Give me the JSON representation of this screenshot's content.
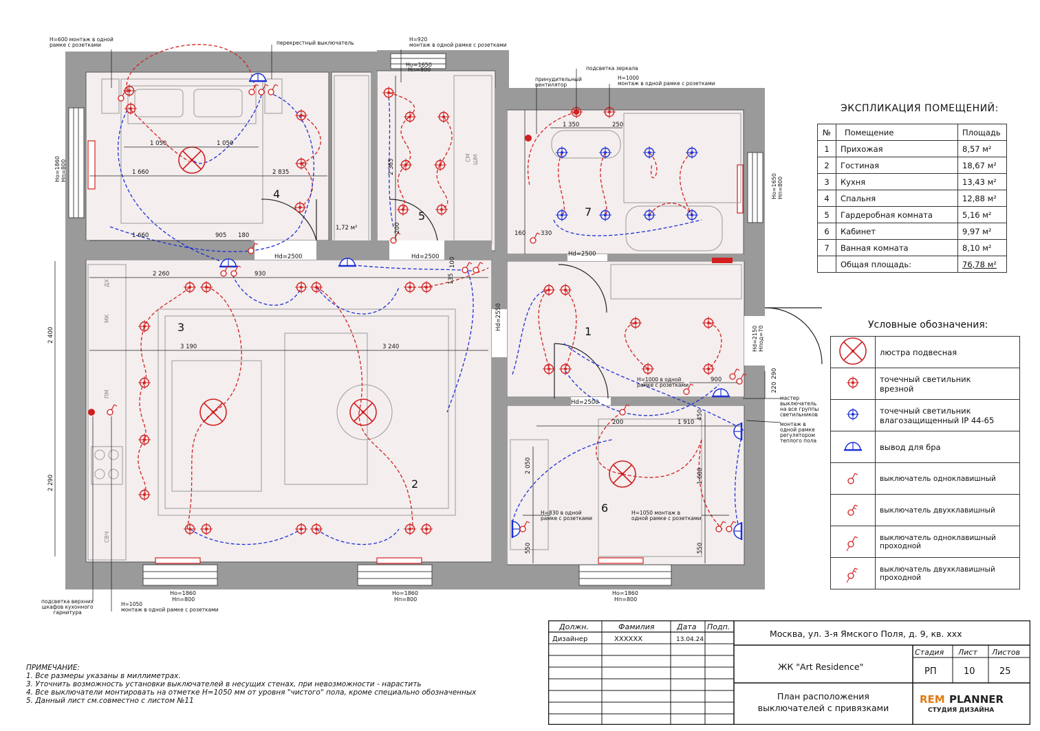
{
  "plan": {
    "rooms": [
      {
        "num": "1"
      },
      {
        "num": "2"
      },
      {
        "num": "3"
      },
      {
        "num": "4"
      },
      {
        "num": "5"
      },
      {
        "num": "6"
      },
      {
        "num": "7"
      }
    ],
    "dims": {
      "d1050a": "1 050",
      "d1050b": "1 050",
      "d1660a": "1 660",
      "d2835": "2 835",
      "d1660b": "1 660",
      "d905": "905",
      "d180": "180",
      "d2260": "2 260",
      "d930": "930",
      "d3190": "3 190",
      "d3240": "3 240",
      "d2400": "2 400",
      "d2290": "2 290",
      "d1350": "1 350",
      "d250": "250",
      "d330": "330",
      "d160": "160",
      "d2365": "2 365",
      "d200a": "200",
      "d1910": "1 910",
      "d200b": "200",
      "d450": "450",
      "d2050": "2 050",
      "d1600": "1 600",
      "d550a": "550",
      "d550b": "550",
      "d900": "900",
      "d290": "290",
      "d220": "220",
      "d135": "135",
      "d100": "100",
      "area5": "1,72 м²"
    },
    "heights": {
      "hd2500a": "Hd=2500",
      "hd2500b": "Hd=2500",
      "hd2500c": "Hd=2500",
      "hd2500d": "Hd=2500",
      "hd2550": "Hd=2550",
      "win_left": "Hо=1860\nHп=800",
      "win_b1": "Hо=1860\nHп=800",
      "win_b2": "Hо=1860\nHп=800",
      "win_b3": "Hо=1860\nHп=800",
      "win_right": "Hо=1650\nHп=800",
      "win_top5": "Hо=1650\nHп=800",
      "door_entry": "Hd=2150\nHпод=70"
    },
    "notes": {
      "n_h600": "H=600 монтаж в одной\nрамке с розетками",
      "n_cross": "перекрестный выключатель",
      "n_h920": "H=920\nмонтаж в одной рамке с розетками",
      "n_mirror": "подсветка зеркала",
      "n_fan": "принудительный\nвентилятор",
      "n_h1000a": "H=1000\nмонтаж в одной рамке с розетками",
      "n_h1000b": "H=1000 в одной\nрамке с розетками",
      "n_master": "мастер\nвыключатель\nна все группы\nсветильников",
      "n_floor": "монтаж в\nодной рамке\nрегулятором\nтеплого пола",
      "n_h830": "H=830 в одной\nрамке с розетками",
      "n_h1050b": "H=1050 монтаж в\nодной рамке с розетками",
      "n_kitchen": "подсветка верхних\nшкафов кухонного\nгарнитура",
      "n_h1050c": "H=1050\nмонтаж в одной рамке с розетками"
    },
    "appliances": {
      "sm": "СМ",
      "shm": "ШМ",
      "pm": "ПМ",
      "mk": "МК",
      "svch": "СВЧ",
      "dkh": "ДХ"
    }
  },
  "explication": {
    "title": "ЭКСПЛИКАЦИЯ ПОМЕЩЕНИЙ:",
    "headers": [
      "№",
      "Помещение",
      "Площадь"
    ],
    "rows": [
      {
        "n": "1",
        "name": "Прихожая",
        "area": "8,57 м²"
      },
      {
        "n": "2",
        "name": "Гостиная",
        "area": "18,67 м²"
      },
      {
        "n": "3",
        "name": "Кухня",
        "area": "13,43 м²"
      },
      {
        "n": "4",
        "name": "Спальня",
        "area": "12,88 м²"
      },
      {
        "n": "5",
        "name": "Гардеробная комната",
        "area": "5,16 м²"
      },
      {
        "n": "6",
        "name": "Кабинет",
        "area": "9,97 м²"
      },
      {
        "n": "7",
        "name": "Ванная комната",
        "area": "8,10 м²"
      }
    ],
    "total_label": "Общая площадь:",
    "total_area": "76,78 м²"
  },
  "legend": {
    "title": "Условные обозначения:",
    "items": [
      {
        "icon": "pendant-chandelier-icon",
        "label": "люстра подвесная"
      },
      {
        "icon": "recessed-spotlight-icon",
        "label": "точечный светильник\nврезной"
      },
      {
        "icon": "waterproof-spotlight-icon",
        "label": "точечный светильник\nвлагозащищенный IP 44-65"
      },
      {
        "icon": "sconce-outlet-icon",
        "label": "вывод для бра"
      },
      {
        "icon": "single-switch-icon",
        "label": "выключатель одноклавишный"
      },
      {
        "icon": "double-switch-icon",
        "label": "выключатель двухклавишный"
      },
      {
        "icon": "single-pass-switch-icon",
        "label": "выключатель одноклавишный\nпроходной"
      },
      {
        "icon": "double-pass-switch-icon",
        "label": "выключатель двухклавишный\nпроходной"
      }
    ]
  },
  "stamp": {
    "h_role": "Должн.",
    "h_surname": "Фамилия",
    "h_date": "Дата",
    "h_sign": "Подп.",
    "role": "Дизайнер",
    "surname": "XXXXXX",
    "date": "13.04.24",
    "address": "Москва, ул. 3-я Ямского Поля, д. 9, кв. xxx",
    "complex": "ЖК \"Art Residence\"",
    "h_stage": "Стадия",
    "h_sheet": "Лист",
    "h_sheets": "Листов",
    "stage": "РП",
    "sheet": "10",
    "sheets": "25",
    "sheet_title": "План расположения\nвыключателей с привязками",
    "logo_a": "REM",
    "logo_b": "PLANNER",
    "logo_sub": "СТУДИЯ ДИЗАЙНА"
  },
  "notes": {
    "title": "ПРИМЕЧАНИЕ:",
    "lines": [
      "1. Все размеры указаны в миллиметрах.",
      "3. Уточнить возможность установки выключателей в несущих стенах, при невозможности - нарастить",
      "4. Все выключатели монтировать на отметке H=1050 мм от уровня \"чистого\" пола, кроме специально обозначенных",
      "5. Данный лист см.совместно с листом №11"
    ]
  },
  "colors": {
    "red": "#d21f1f",
    "blue": "#1c2fd6",
    "wall": "#999999",
    "floor": "#f4eeee"
  }
}
